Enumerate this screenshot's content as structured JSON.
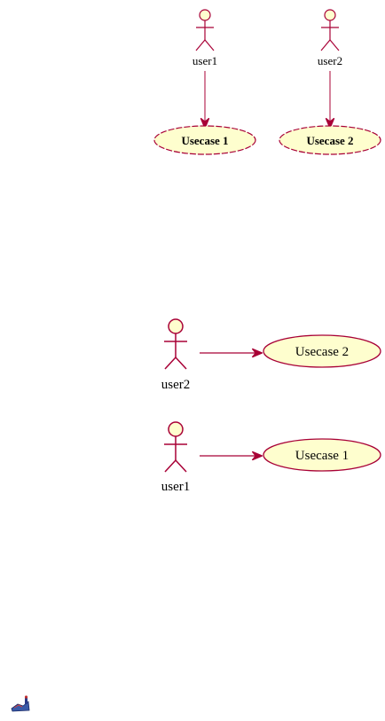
{
  "colors": {
    "stroke": "#A80036",
    "actor_fill": "#FEFECE",
    "usecase_fill": "#FEFECE",
    "text": "#000000"
  },
  "diagram_top": {
    "actors": [
      {
        "id": "user1",
        "label": "user1"
      },
      {
        "id": "user2",
        "label": "user2"
      }
    ],
    "usecases": [
      {
        "id": "uc1",
        "label": "Usecase 1"
      },
      {
        "id": "uc2",
        "label": "Usecase 2"
      }
    ],
    "edges": [
      {
        "from": "user1",
        "to": "uc1"
      },
      {
        "from": "user2",
        "to": "uc2"
      }
    ]
  },
  "diagram_bottom": {
    "actors": [
      {
        "id": "user2",
        "label": "user2"
      },
      {
        "id": "user1",
        "label": "user1"
      }
    ],
    "usecases": [
      {
        "id": "uc2",
        "label": "Usecase 2"
      },
      {
        "id": "uc1",
        "label": "Usecase 1"
      }
    ],
    "edges": [
      {
        "from": "user2",
        "to": "uc2"
      },
      {
        "from": "user1",
        "to": "uc1"
      }
    ]
  },
  "logo": {
    "icon": "plantuml-logo-icon"
  }
}
